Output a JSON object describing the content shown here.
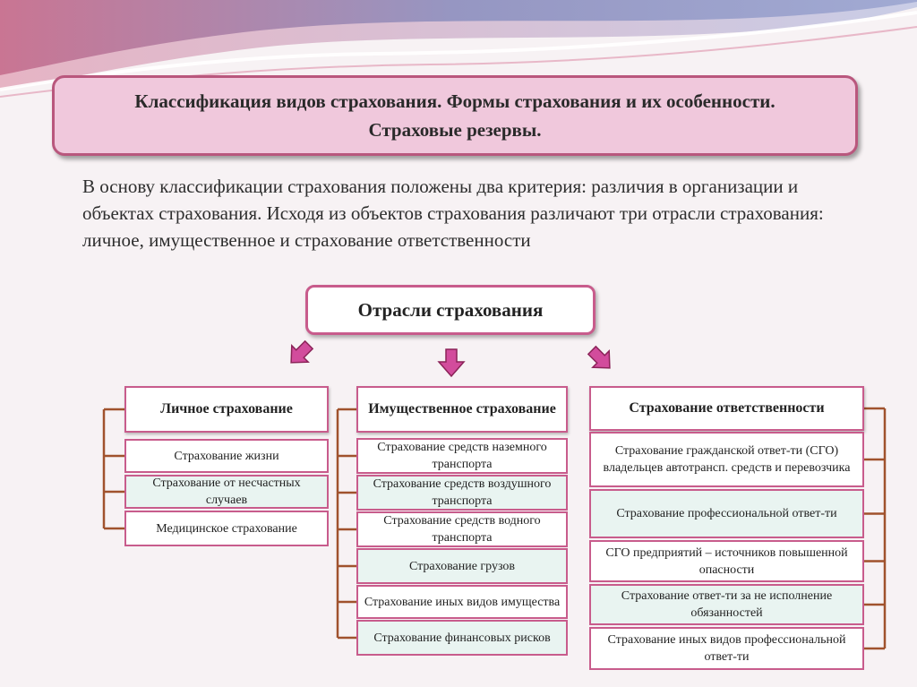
{
  "title": "Классификация видов страхования. Формы страхования и их особенности. Страховые резервы.",
  "intro": "В основу классификации страхования положены два критерия: различия в организации и объектах страхования. Исходя из объектов страхования различают три отрасли страхования: личное, имущественное и страхование ответственности",
  "branches_label": "Отрасли страхования",
  "colors": {
    "accent": "#c85c8c",
    "title_fill": "#f0c8dc",
    "arrow": "#d24c9c",
    "connector": "#a0522d"
  },
  "columns": [
    {
      "header": "Личное страхование",
      "items": [
        "Страхование жизни",
        "Страхование от несчастных случаев",
        "Медицинское страхование"
      ]
    },
    {
      "header": "Имущественное страхование",
      "items": [
        "Страхование средств наземного транспорта",
        "Страхование средств воздушного транспорта",
        "Страхование средств водного транспорта",
        "Страхование грузов",
        "Страхование иных видов имущества",
        "Страхование финансовых рисков"
      ]
    },
    {
      "header": "Страхование ответственности",
      "items": [
        "Страхование гражданской ответ-ти (СГО) владельцев автотрансп. средств и перевозчика",
        "Страхование профессиональной ответ-ти",
        "СГО предприятий – источников повышенной опасности",
        "Страхование ответ-ти за не исполнение обязанностей",
        "Страхование иных видов профессиональной ответ-ти"
      ]
    }
  ]
}
